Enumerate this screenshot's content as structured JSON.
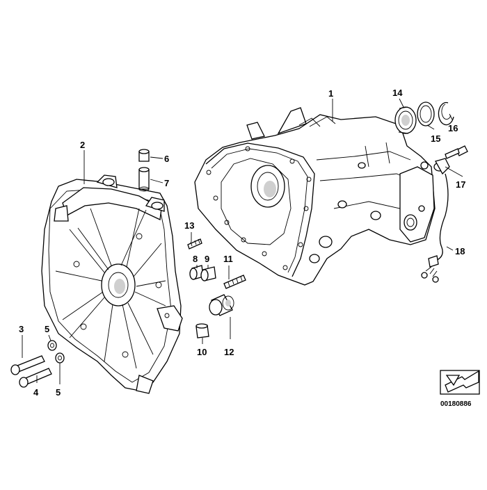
{
  "diagram": {
    "callouts": {
      "c1": "1",
      "c2": "2",
      "c3": "3",
      "c4": "4",
      "c5a": "5",
      "c5b": "5",
      "c6": "6",
      "c7": "7",
      "c8": "8",
      "c9": "9",
      "c10": "10",
      "c11": "11",
      "c12": "12",
      "c13": "13",
      "c14": "14",
      "c15": "15",
      "c16": "16",
      "c17": "17",
      "c18": "18"
    },
    "reference_number": "00180886"
  }
}
